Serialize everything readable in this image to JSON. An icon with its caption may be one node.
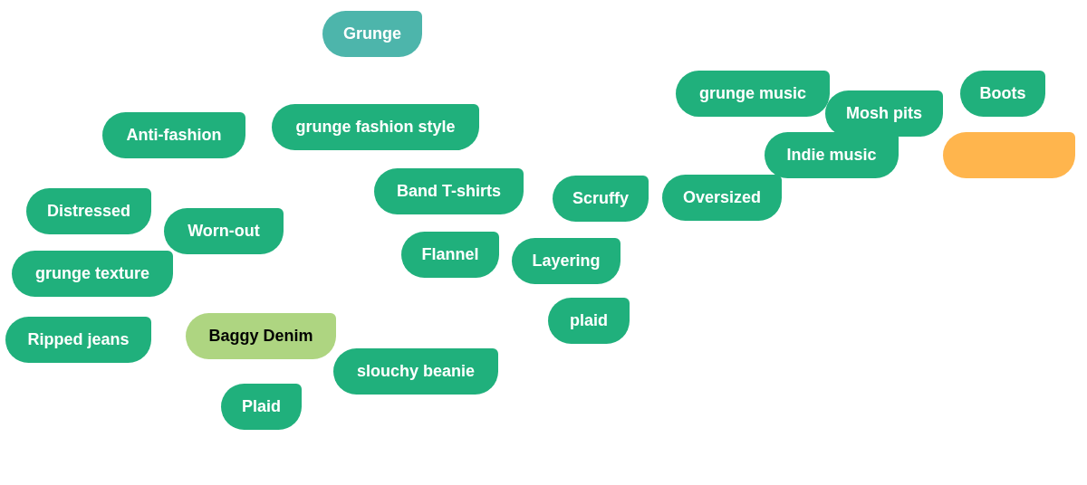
{
  "diagram": {
    "nodes": [
      {
        "text": [
          "Grunge"
        ]
      },
      {
        "text": [
          "grunge music"
        ]
      },
      {
        "text": [
          "Mosh pits"
        ]
      },
      {
        "text": [
          "Boots"
        ]
      },
      {
        "text": [
          "Anti-fashion"
        ]
      },
      {
        "text": [
          "grunge fashion style"
        ]
      },
      {
        "text": [
          "Indie music"
        ]
      },
      {
        "text": [],
        "shape": "box"
      },
      {
        "text": [
          "Band T-shirts"
        ]
      },
      {
        "text": [
          "Scruffy"
        ]
      },
      {
        "text": [
          "Oversized"
        ]
      },
      {
        "text": [
          "Distressed"
        ]
      },
      {
        "text": [
          "Worn-out"
        ]
      },
      {
        "text": [
          "Flannel"
        ]
      },
      {
        "text": [
          "Layering"
        ]
      },
      {
        "text": [
          "grunge texture"
        ]
      },
      {
        "text": [
          "plaid"
        ]
      },
      {
        "text": [
          "Ripped jeans"
        ]
      },
      {
        "text": [
          "Baggy Denim"
        ]
      },
      {
        "text": [
          "slouchy beanie"
        ]
      },
      {
        "text": [
          "Plaid"
        ]
      }
    ]
  }
}
